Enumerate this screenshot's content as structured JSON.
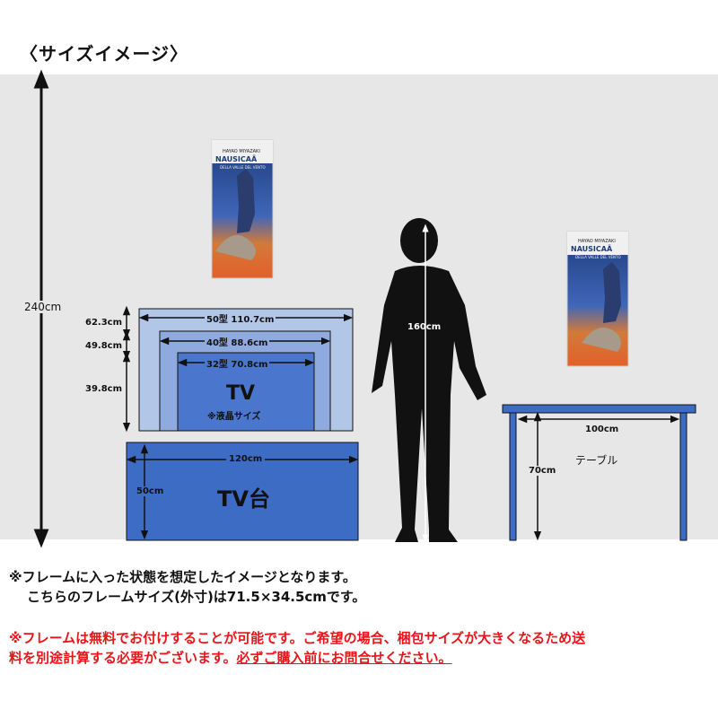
{
  "heading": "〈サイズイメージ〉",
  "colors": {
    "wall": "#e7e7e7",
    "tv_50": "#b2c6e8",
    "tv_40": "#8eaadf",
    "tv_32": "#4a77cd",
    "tv_stand": "#3d6cc4",
    "table": "#3d6cc4",
    "silhouette": "#111111",
    "accent_red": "#e8161a"
  },
  "wall_height": {
    "label": "240cm"
  },
  "posters": [
    {
      "name": "poster-large",
      "credit": "HAYAO MIYAZAKI",
      "title": "NAUSICAÄ",
      "subtitle": "DELLA VALLE DEL VENTO"
    },
    {
      "name": "poster-right",
      "credit": "HAYAO MIYAZAKI",
      "title": "NAUSICAÄ",
      "subtitle": "DELLA VALLE DEL VENTO"
    }
  ],
  "tv": {
    "title": "TV",
    "note": "※液晶サイズ",
    "sizes": [
      {
        "label": "50型 110.7cm",
        "height": "62.3cm"
      },
      {
        "label": "40型 88.6cm",
        "height": "49.8cm"
      },
      {
        "label": "32型 70.8cm",
        "height": "39.8cm"
      }
    ]
  },
  "tv_stand": {
    "title": "TV台",
    "width": "120cm",
    "height": "50cm"
  },
  "person": {
    "height": "160cm"
  },
  "table": {
    "label": "テーブル",
    "width": "100cm",
    "height": "70cm"
  },
  "notes": {
    "line1": "※フレームに入った状態を想定したイメージとなります。",
    "line2": "こちらのフレームサイズ(外寸)は71.5×34.5cmです。",
    "line3": "※フレームは無料でお付けすることが可能です。ご希望の場合、梱包サイズが大きくなるため送",
    "line4a": "料を別途計算する必要がございます。",
    "line4b": "必ずご購入前にお問合せください。"
  }
}
